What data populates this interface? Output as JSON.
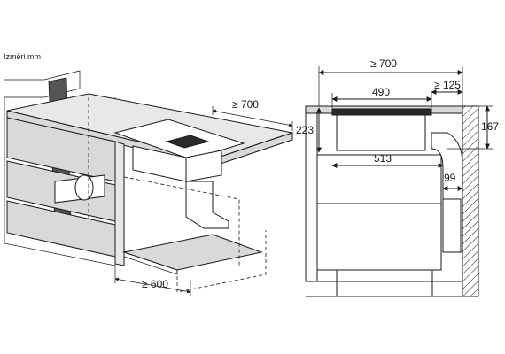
{
  "unit_label": "Izmēri mm",
  "dimensions": {
    "depth_min_left": "≥ 700",
    "plinth_depth": "≥ 600",
    "depth_min_right": "≥ 700",
    "hob_depth": "490",
    "wall_gap": "≥ 125",
    "inner_depth": "513",
    "hob_height": "223",
    "side_height": "167",
    "duct_width": "99"
  }
}
